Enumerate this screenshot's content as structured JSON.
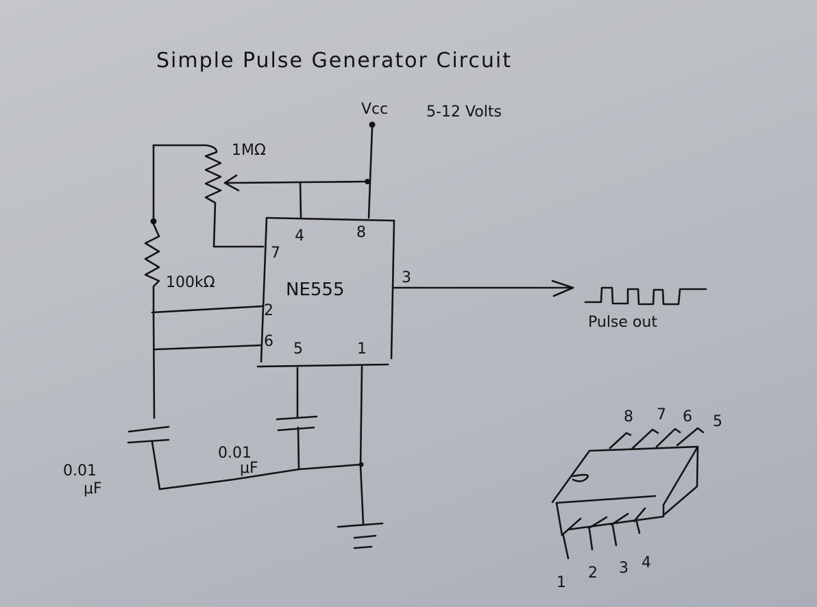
{
  "diagram": {
    "title": "Simple Pulse Generator Circuit",
    "supply": {
      "label": "Vcc",
      "voltage": "5-12 Volts"
    },
    "ic": {
      "name": "NE555",
      "pins": {
        "p1": "1",
        "p2": "2",
        "p3": "3",
        "p4": "4",
        "p5": "5",
        "p6": "6",
        "p7": "7",
        "p8": "8"
      }
    },
    "components": {
      "potentiometer": {
        "value": "1MΩ"
      },
      "resistor": {
        "value": "100kΩ"
      },
      "timing_capacitor": {
        "value_line1": "0.01",
        "value_line2": "μF"
      },
      "control_capacitor": {
        "value_line1": "0.01",
        "value_line2": "μF"
      }
    },
    "output": {
      "label": "Pulse out"
    },
    "package_sketch": {
      "top_pins": [
        "8",
        "7",
        "6",
        "5"
      ],
      "bottom_pins": [
        "1",
        "2",
        "3",
        "4"
      ]
    }
  }
}
